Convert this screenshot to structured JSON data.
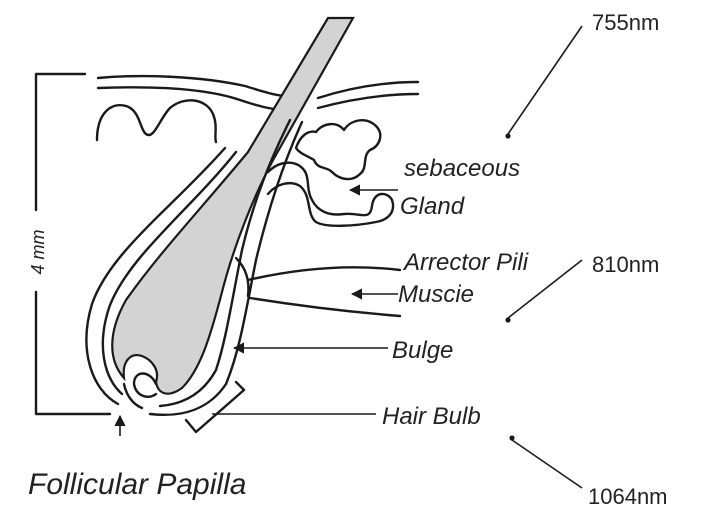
{
  "labels": {
    "sebaceous": "sebaceous",
    "gland": "Gland",
    "arrector_pili": "Arrector Pili",
    "muscle": "Muscie",
    "bulge": "Bulge",
    "hair_bulb": "Hair Bulb",
    "follicular_papilla": "Follicular Papilla",
    "depth": "4 mm"
  },
  "wavelengths": [
    "755nm",
    "810nm",
    "1064nm"
  ],
  "colors": {
    "line": "#1a1a1a",
    "hair_shaft": "#d3d3d3",
    "background": "#ffffff"
  }
}
